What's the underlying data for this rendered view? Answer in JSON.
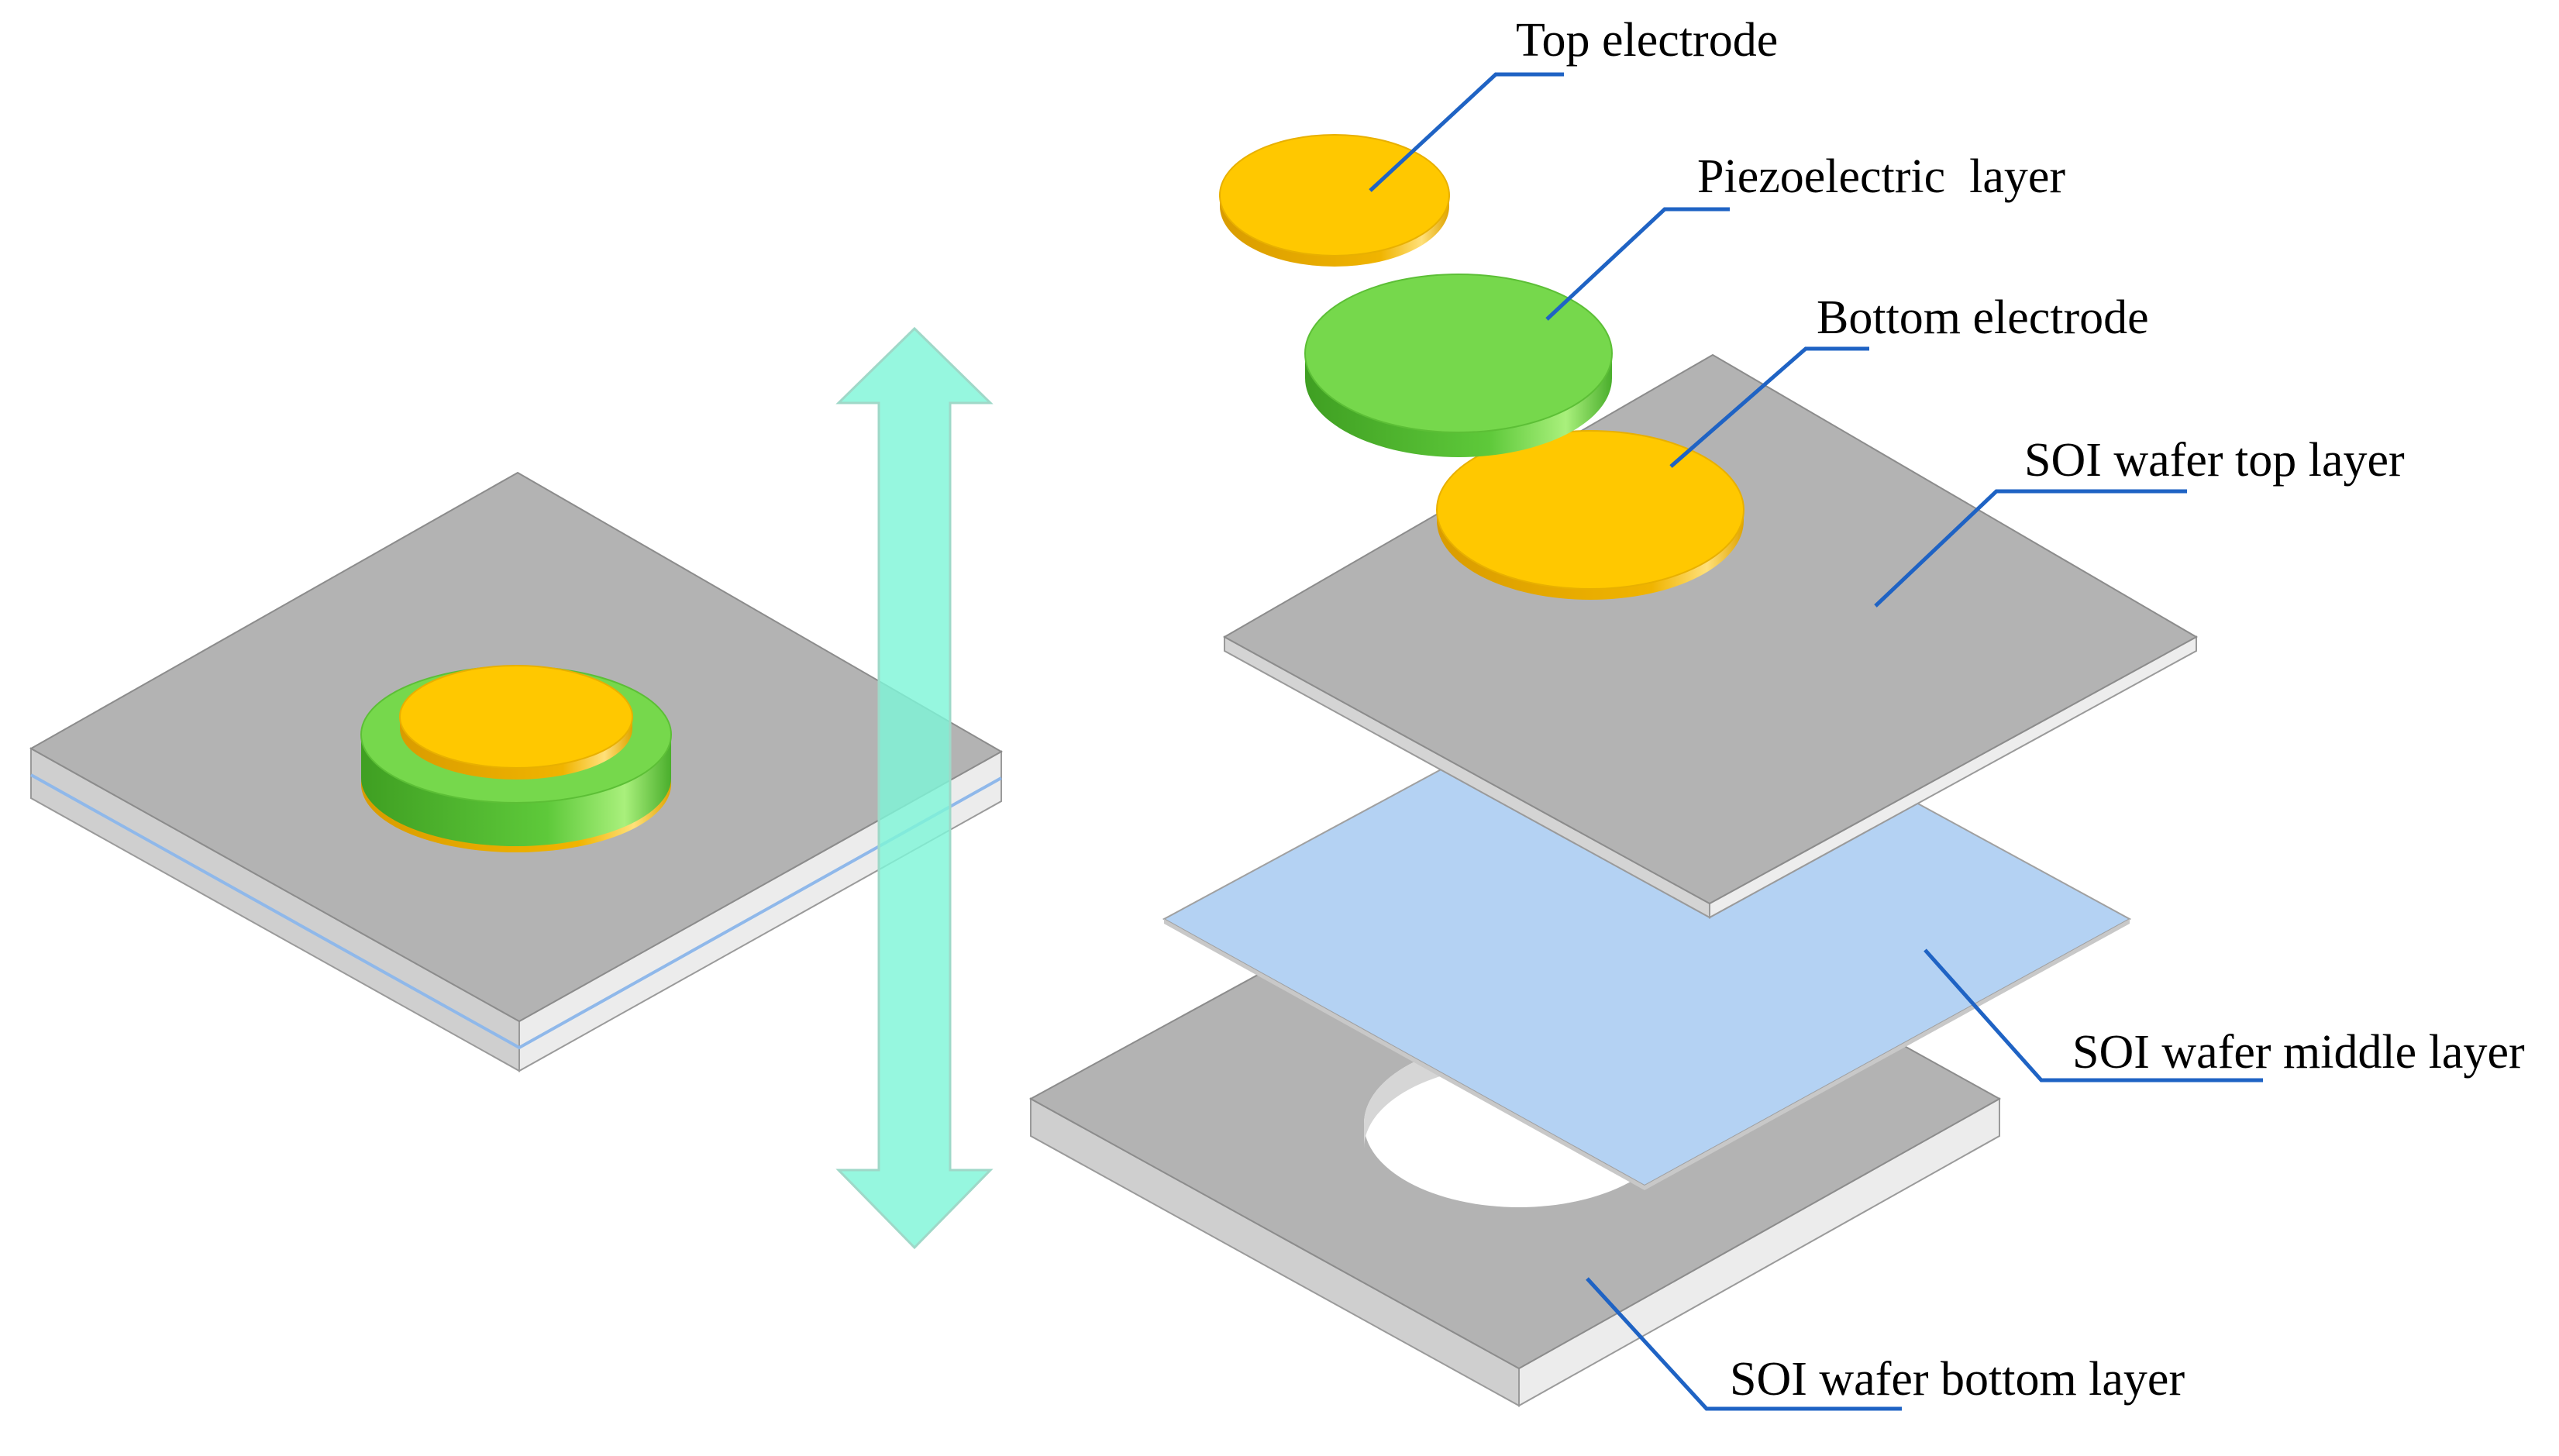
{
  "labels": {
    "top_electrode": "Top electrode",
    "piezoelectric_layer": "Piezoelectric  layer",
    "bottom_electrode": "Bottom electrode",
    "soi_top": "SOI wafer top layer",
    "soi_middle": "SOI wafer middle layer",
    "soi_bottom": "SOI wafer bottom layer"
  },
  "colors": {
    "wafer_gray": "#b3b3b3",
    "wafer_side": "#d9d9d9",
    "oxide_blue": "#b4d2f3",
    "electrode_gold": "#ffc800",
    "electrode_gold_side": "#e3a800",
    "piezo_green": "#76d84c",
    "piezo_green_side": "#4fb62e",
    "arrow_cyan": "#7ff5d8",
    "leader_blue": "#1f63c4"
  }
}
